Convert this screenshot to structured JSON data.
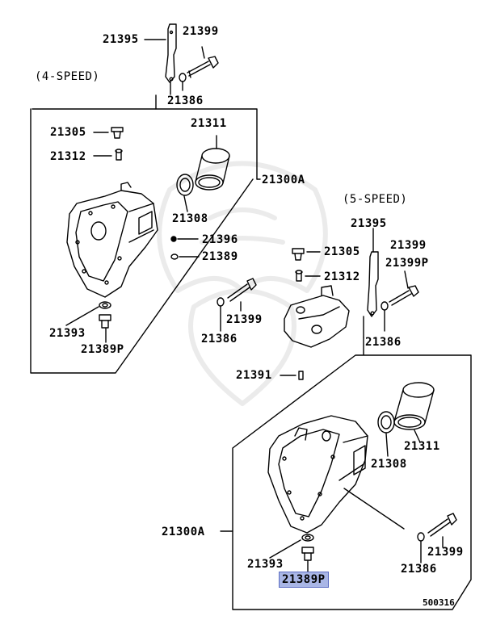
{
  "headers": {
    "four_speed": "(4-SPEED)",
    "five_speed": "(5-SPEED)"
  },
  "labels": {
    "p21395_top": "21395",
    "p21399_top": "21399",
    "p21386_top": "21386",
    "p21305_a": "21305",
    "p21312_a": "21312",
    "p21311_a": "21311",
    "p21300A_a": "21300A",
    "p21308_a": "21308",
    "p21396_a": "21396",
    "p21389_a": "21389",
    "p21393_a": "21393",
    "p21389P_a": "21389P",
    "p21399_mid": "21399",
    "p21386_mid": "21386",
    "p21395_b": "21395",
    "p21399_b": "21399",
    "p21399P_b": "21399P",
    "p21305_b": "21305",
    "p21312_b": "21312",
    "p21386_b": "21386",
    "p21391": "21391",
    "p21311_b": "21311",
    "p21308_b": "21308",
    "p21300A_b": "21300A",
    "p21393_b": "21393",
    "p21389P_b": "21389P",
    "p21399_c": "21399",
    "p21386_c": "21386"
  },
  "highlighted_part": "21389P",
  "highlight_color": "#a9b6e6",
  "figure_number": "500316"
}
